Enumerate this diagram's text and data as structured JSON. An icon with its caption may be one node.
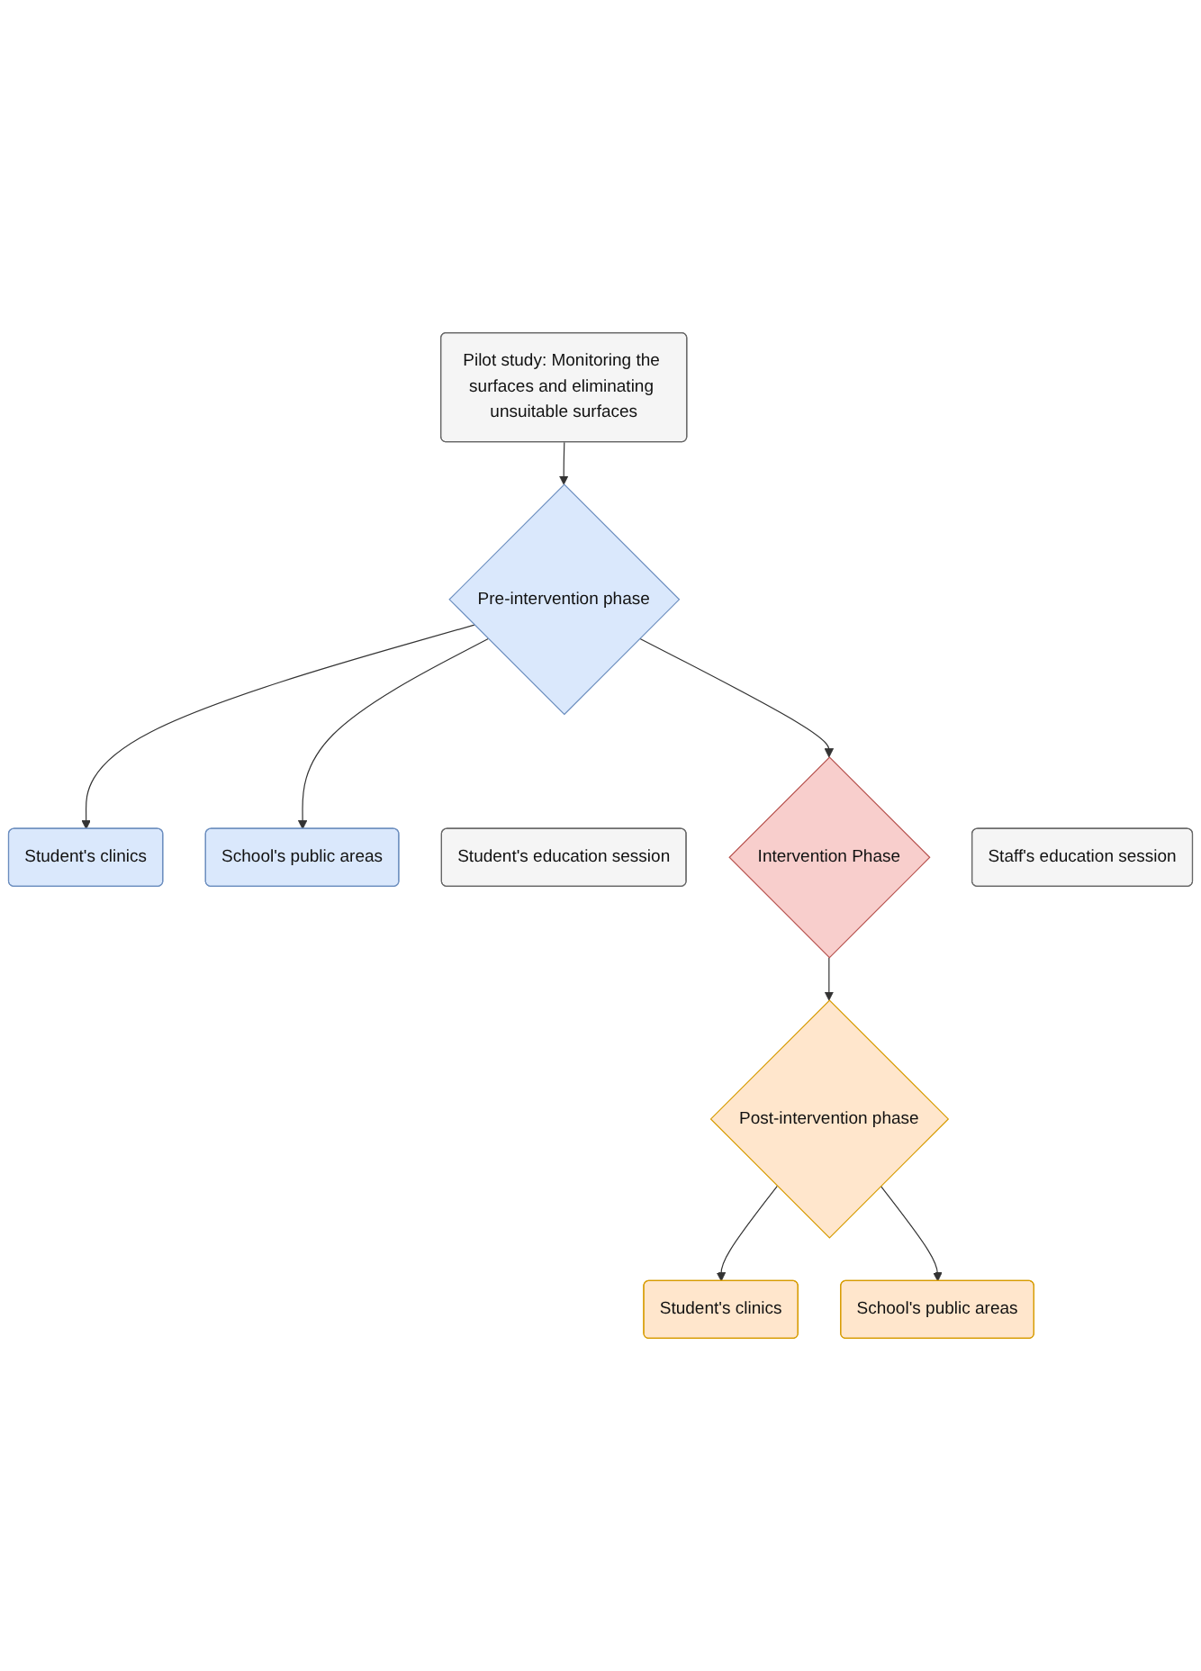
{
  "diagram": {
    "nodes": [
      {
        "text": [
          "Pilot study: Monitoring the surfaces and eliminating unsuitable surfaces"
        ]
      },
      {
        "text": [
          "Pre-intervention phase"
        ]
      },
      {
        "text": [
          "Student's clinics"
        ]
      },
      {
        "text": [
          "School's public areas"
        ]
      },
      {
        "text": [
          "Student's education session"
        ]
      },
      {
        "text": [
          "Intervention Phase"
        ]
      },
      {
        "text": [
          "Staff's education session"
        ]
      },
      {
        "text": [
          "Post-intervention phase"
        ]
      },
      {
        "text": [
          "Student's clinics"
        ]
      },
      {
        "text": [
          "School's public areas"
        ]
      }
    ],
    "edges": [
      {
        "from": 0,
        "to": 1,
        "arrow": "to"
      },
      {
        "from": 1,
        "to": 2,
        "arrow": "to"
      },
      {
        "from": 1,
        "to": 3,
        "arrow": "to"
      },
      {
        "from": 1,
        "to": 5,
        "arrow": "to"
      },
      {
        "from": 5,
        "to": 7,
        "arrow": "to"
      },
      {
        "from": 7,
        "to": 8,
        "arrow": "to"
      },
      {
        "from": 7,
        "to": 9,
        "arrow": "to"
      }
    ]
  }
}
